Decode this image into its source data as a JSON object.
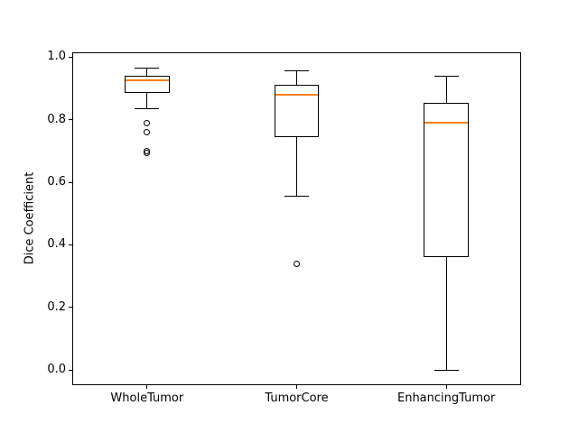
{
  "figure": {
    "background": "#ffffff"
  },
  "colors": {
    "line": "#000000",
    "median": "#ff7f0e",
    "text": "#000000"
  },
  "chart_data": {
    "type": "boxplot",
    "title": "",
    "xlabel": "",
    "ylabel": "Dice Coefficient",
    "categories": [
      "WholeTumor",
      "TumorCore",
      "EnhancingTumor"
    ],
    "yticks": [
      "0.0",
      "0.2",
      "0.4",
      "0.6",
      "0.8",
      "1.0"
    ],
    "ylim": [
      -0.048,
      1.015
    ],
    "grid": false,
    "legend": null,
    "series": [
      {
        "label": "WholeTumor",
        "whislo": 0.835,
        "q1": 0.885,
        "med": 0.925,
        "q3": 0.94,
        "whishi": 0.965,
        "fliers": [
          0.79,
          0.76,
          0.7,
          0.695
        ]
      },
      {
        "label": "TumorCore",
        "whislo": 0.555,
        "q1": 0.745,
        "med": 0.88,
        "q3": 0.91,
        "whishi": 0.955,
        "fliers": [
          0.34
        ]
      },
      {
        "label": "EnhancingTumor",
        "whislo": 0.0,
        "q1": 0.36,
        "med": 0.79,
        "q3": 0.855,
        "whishi": 0.94,
        "fliers": []
      }
    ]
  }
}
